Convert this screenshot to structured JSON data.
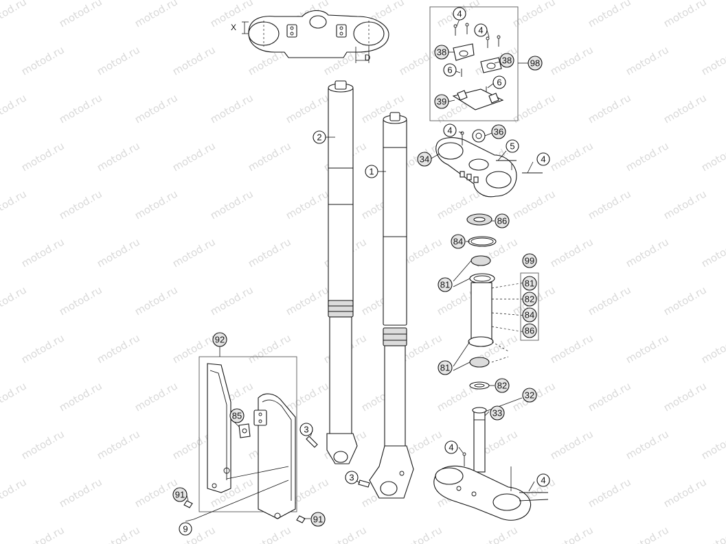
{
  "watermark": {
    "text": "motod.ru"
  },
  "dimensions": {
    "x_label": "X",
    "d_label": "D"
  },
  "callouts": {
    "fork_right": "2",
    "fork_left": "1",
    "c4_a": "4",
    "c4_b": "4",
    "c38_a": "38",
    "c38_b": "38",
    "c98": "98",
    "c6_a": "6",
    "c6_b": "6",
    "c39": "39",
    "c4_c": "4",
    "c36": "36",
    "c5": "5",
    "c34": "34",
    "c4_d": "4",
    "c86": "86",
    "c84": "84",
    "c99": "99",
    "c81_a": "81",
    "kit_81": "81",
    "kit_82": "82",
    "kit_84": "84",
    "kit_86": "86",
    "c81_b": "81",
    "c82": "82",
    "c32": "32",
    "c33": "33",
    "c4_e": "4",
    "c4_f": "4",
    "c92": "92",
    "c85": "85",
    "c3_a": "3",
    "c3_b": "3",
    "c91_a": "91",
    "c91_b": "91",
    "c9": "9"
  }
}
